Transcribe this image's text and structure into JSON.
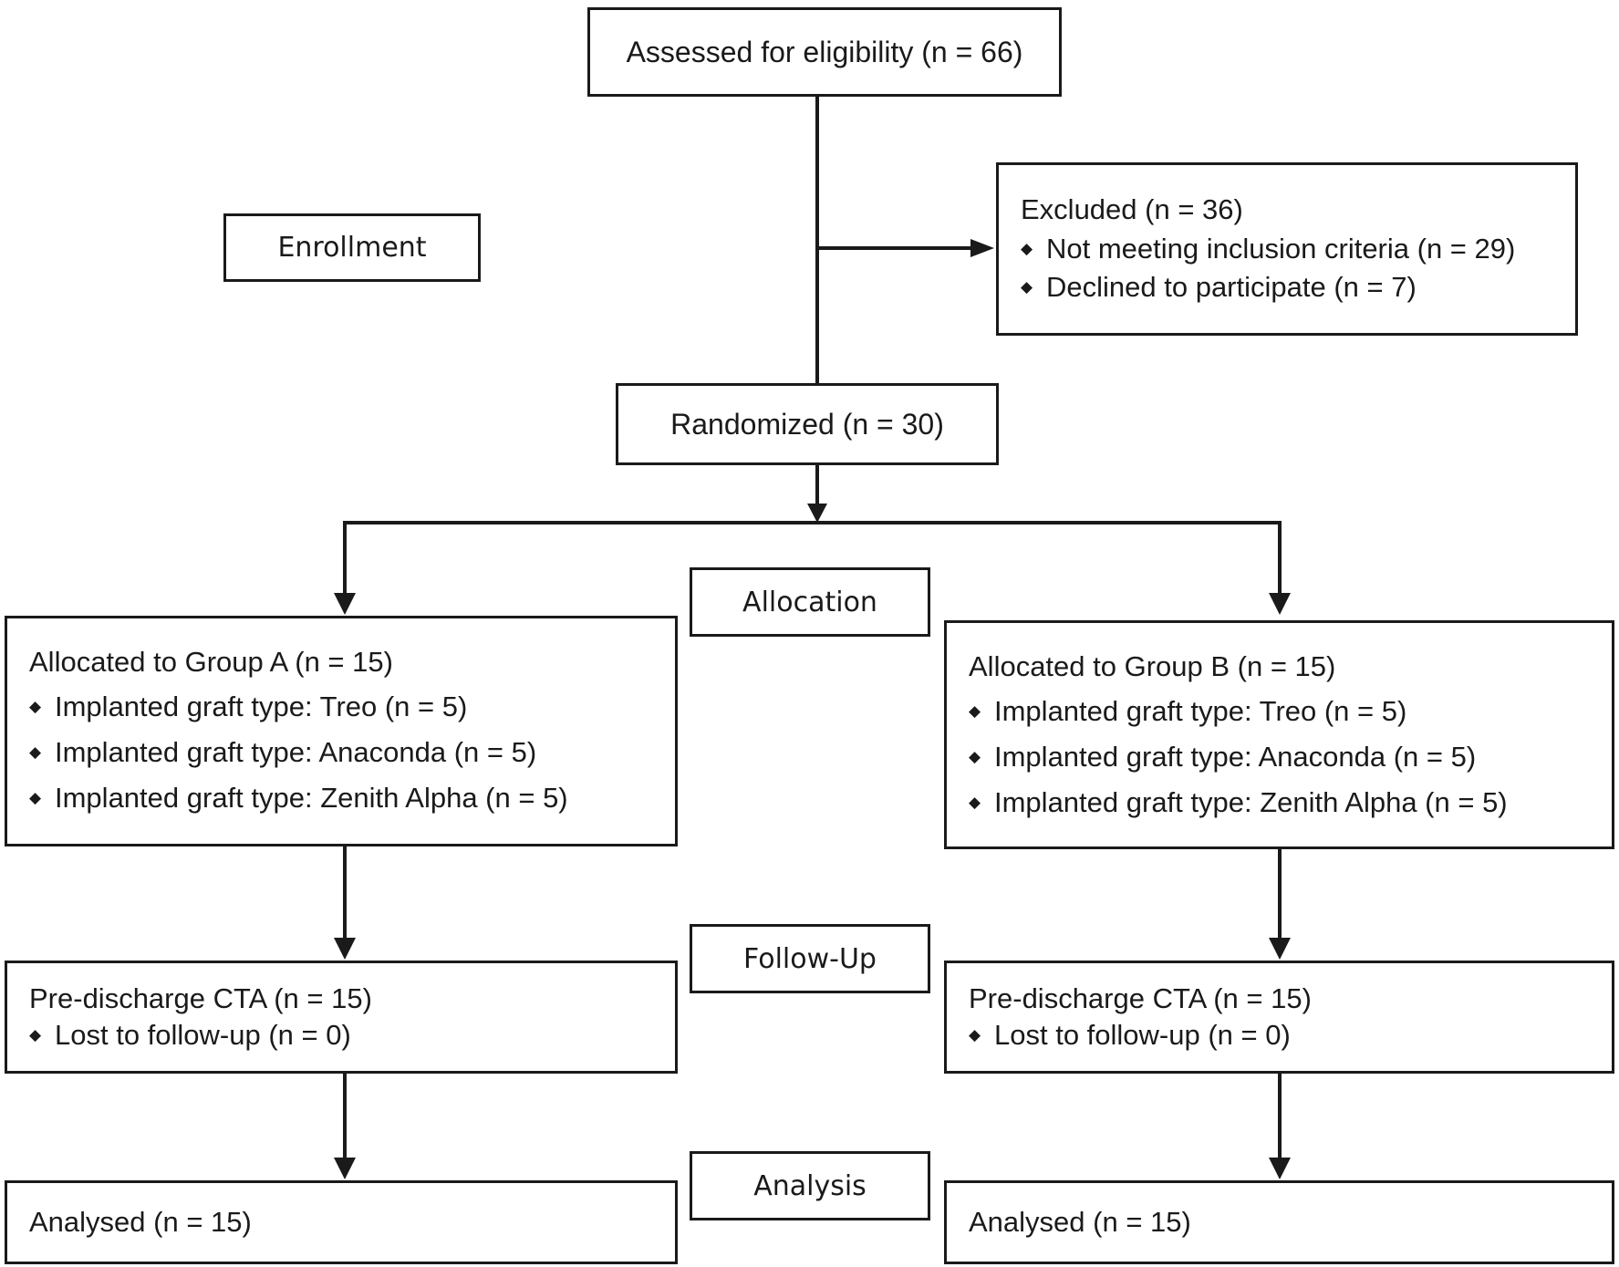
{
  "enrollment": {
    "stage_label": "Enrollment",
    "assessed": "Assessed for eligibility (n = 66)",
    "excluded": {
      "title": "Excluded (n = 36)",
      "items": [
        "Not meeting inclusion criteria (n = 29)",
        "Declined to participate (n = 7)"
      ]
    },
    "randomized": "Randomized (n = 30)"
  },
  "allocation": {
    "stage_label": "Allocation",
    "group_a": {
      "title": "Allocated to Group A (n = 15)",
      "items": [
        "Implanted graft type: Treo (n = 5)",
        "Implanted graft type: Anaconda (n = 5)",
        "Implanted graft type: Zenith Alpha (n = 5)"
      ]
    },
    "group_b": {
      "title": "Allocated to Group B (n = 15)",
      "items": [
        "Implanted graft type: Treo (n = 5)",
        "Implanted graft type: Anaconda (n = 5)",
        "Implanted graft type: Zenith Alpha (n = 5)"
      ]
    }
  },
  "follow_up": {
    "stage_label": "Follow-Up",
    "group_a": {
      "title": "Pre-discharge CTA (n = 15)",
      "items": [
        "Lost to follow-up (n = 0)"
      ]
    },
    "group_b": {
      "title": "Pre-discharge CTA (n = 15)",
      "items": [
        "Lost to follow-up (n = 0)"
      ]
    }
  },
  "analysis": {
    "stage_label": "Analysis",
    "group_a": "Analysed (n = 15)",
    "group_b": "Analysed (n = 15)"
  },
  "bullet_glyph": "◆"
}
